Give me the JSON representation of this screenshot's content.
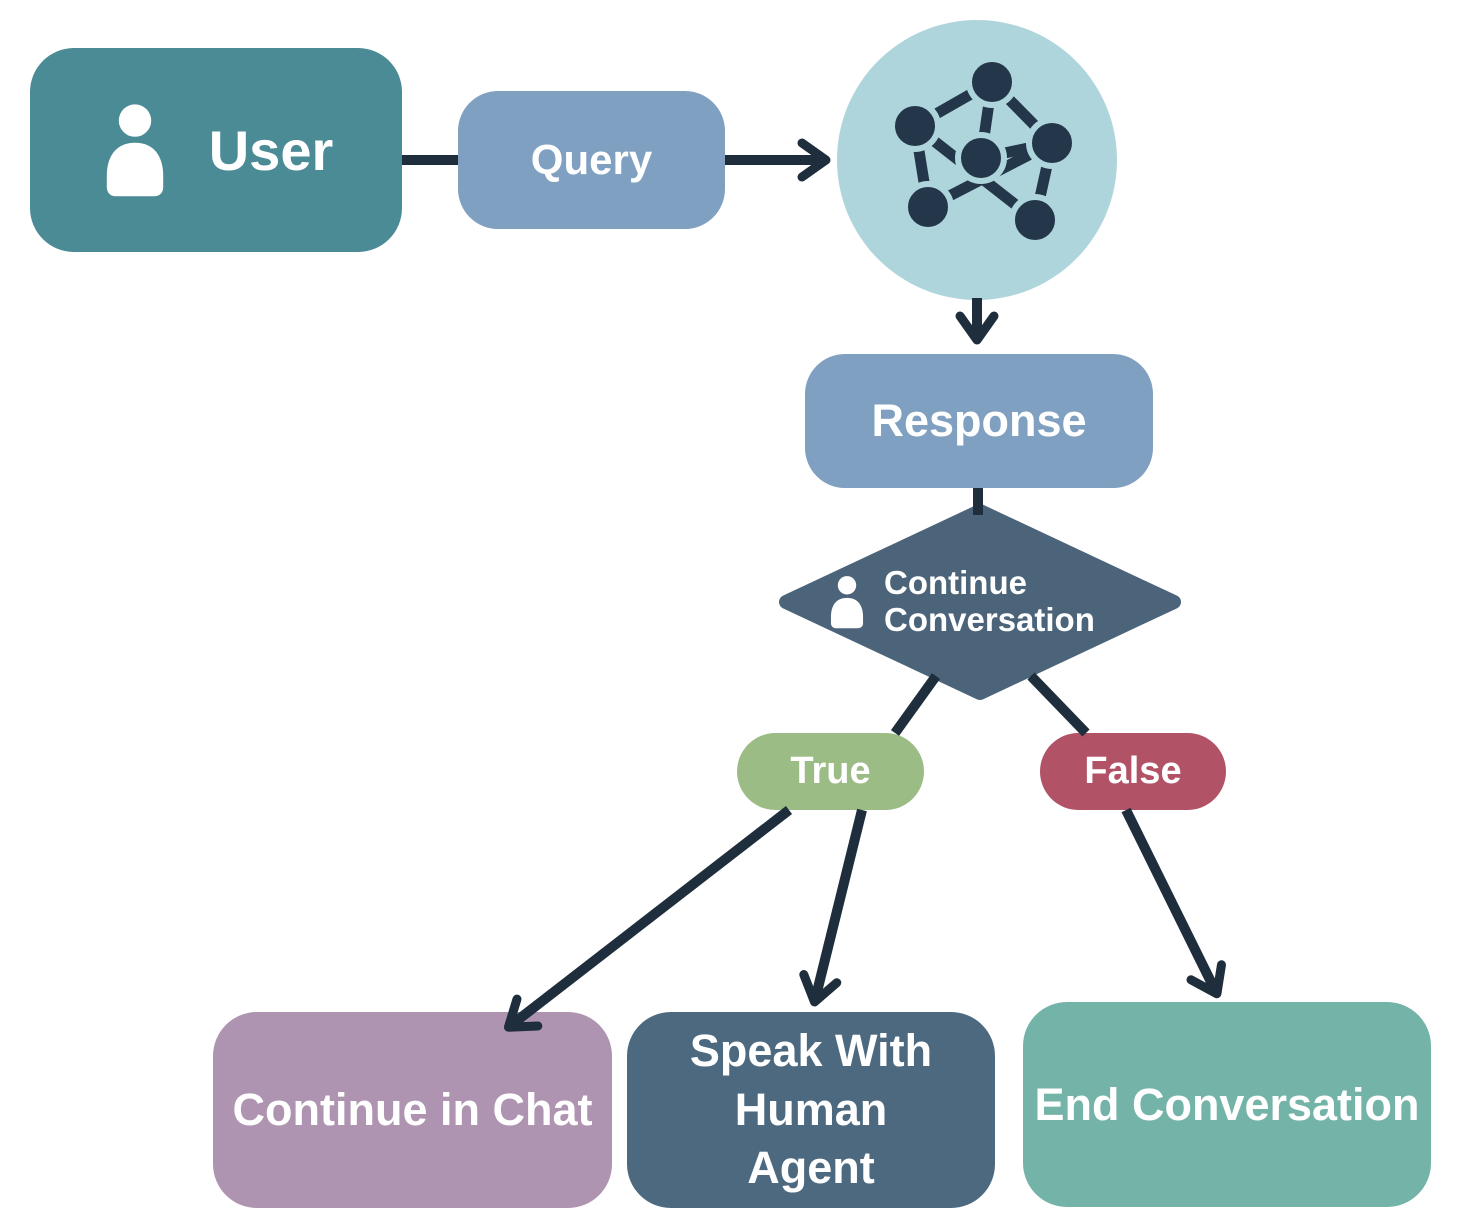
{
  "diagram": {
    "type": "flowchart",
    "colors": {
      "user_box": "#4a8b95",
      "query_box": "#7fa0c0",
      "response_box": "#7fa0c0",
      "model_circle": "#afd5dc",
      "model_nodes": "#24364a",
      "decision_diamond": "#4c647a",
      "true_pill": "#9bbd85",
      "false_pill": "#b25266",
      "continue_chat_box": "#ae94b1",
      "human_agent_box": "#4c697f",
      "end_conversation_box": "#74b3a7",
      "arrows": "#1f2e3d",
      "text": "#ffffff",
      "background": "#ffffff"
    },
    "nodes": {
      "user": {
        "label": "User",
        "icon": "person-icon",
        "shape": "rounded-rect"
      },
      "query": {
        "label": "Query",
        "shape": "rounded-rect"
      },
      "model": {
        "icon": "neural-network-icon",
        "shape": "circle"
      },
      "response": {
        "label": "Response",
        "shape": "rounded-rect"
      },
      "decision": {
        "label": "Continue Conversation",
        "icon": "person-icon",
        "shape": "diamond"
      },
      "true_branch": {
        "label": "True",
        "shape": "pill"
      },
      "false_branch": {
        "label": "False",
        "shape": "pill"
      },
      "continue_chat": {
        "label": "Continue in Chat",
        "shape": "rounded-rect"
      },
      "human_agent": {
        "label": "Speak With Human Agent",
        "shape": "rounded-rect"
      },
      "end_conversation": {
        "label": "End Conversation",
        "shape": "rounded-rect"
      }
    },
    "edges": [
      {
        "from": "user",
        "to": "query",
        "arrowhead": false
      },
      {
        "from": "query",
        "to": "model",
        "arrowhead": true
      },
      {
        "from": "model",
        "to": "response",
        "arrowhead": true
      },
      {
        "from": "response",
        "to": "decision",
        "arrowhead": false
      },
      {
        "from": "decision",
        "to": "true_branch",
        "arrowhead": false
      },
      {
        "from": "decision",
        "to": "false_branch",
        "arrowhead": false
      },
      {
        "from": "true_branch",
        "to": "continue_chat",
        "arrowhead": true
      },
      {
        "from": "true_branch",
        "to": "human_agent",
        "arrowhead": true
      },
      {
        "from": "false_branch",
        "to": "end_conversation",
        "arrowhead": true
      }
    ]
  }
}
